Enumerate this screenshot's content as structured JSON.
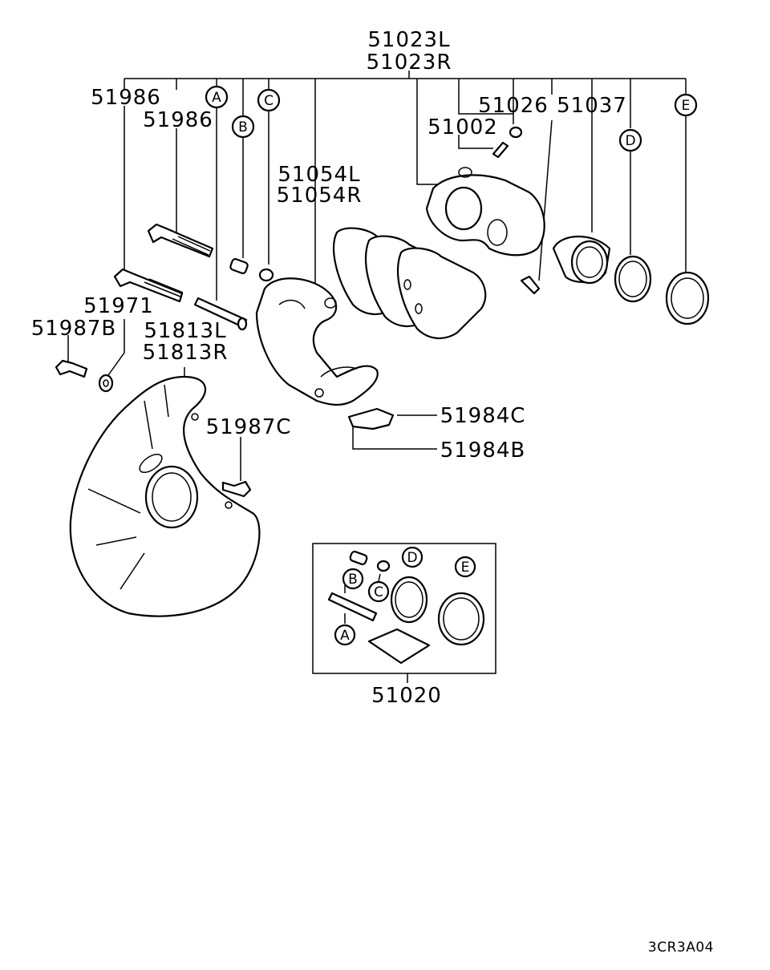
{
  "labels": {
    "caliper_l": "51023L",
    "caliper_r": "51023R",
    "pin_1": "51986",
    "pin_2": "51986",
    "bracket_l": "51054L",
    "bracket_r": "51054R",
    "bleeder_cap": "51026",
    "bleeder": "51002",
    "piston": "51037",
    "washer": "51971",
    "bolt_b": "51987B",
    "shield_l": "51813L",
    "shield_r": "51813R",
    "bolt_c": "51987C",
    "clip_c": "51984C",
    "clip_b": "51984B",
    "kit": "51020"
  },
  "callouts": {
    "a": "A",
    "b": "B",
    "c": "C",
    "d": "D",
    "e": "E"
  },
  "code": "3CR3A04"
}
